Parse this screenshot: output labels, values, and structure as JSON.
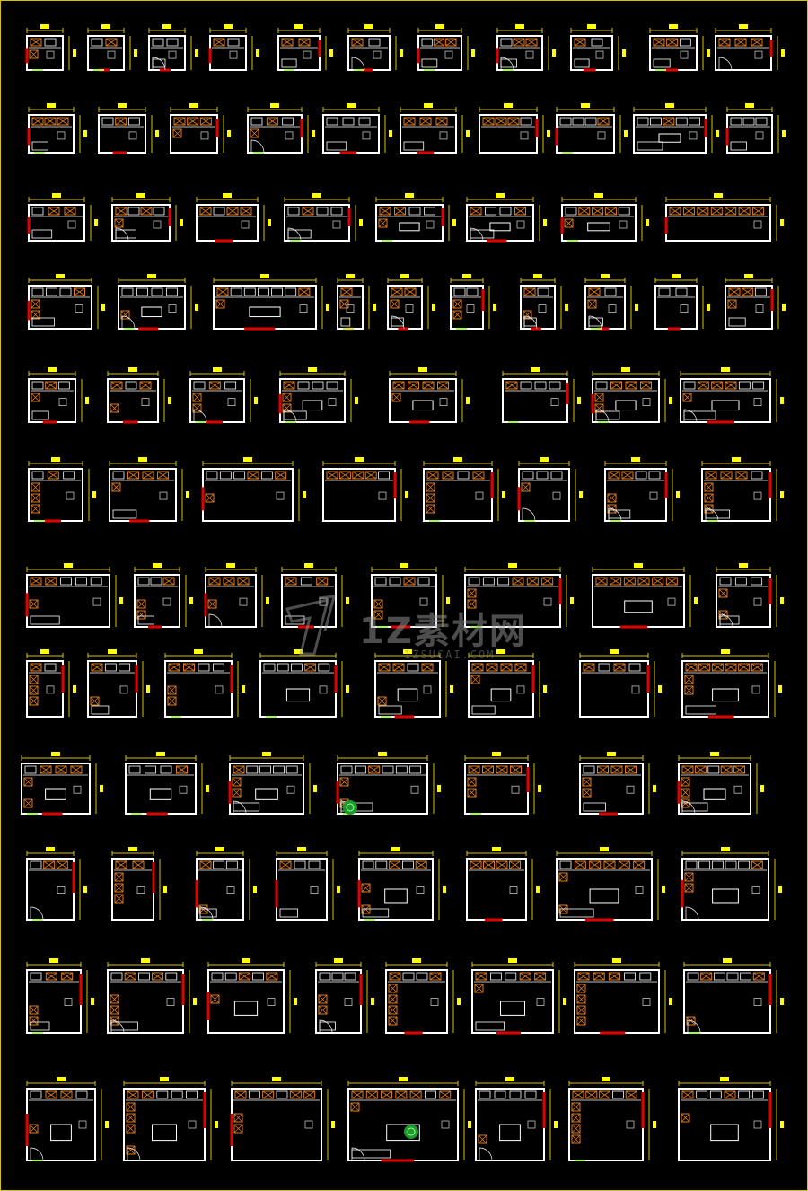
{
  "drawing": {
    "background": "#000000",
    "colors": {
      "wall": "#ffffff",
      "dimension": "#d8c200",
      "tag": "#ffff00",
      "door": "#e00000",
      "fixture": "#e07a1e",
      "window": "#a0ff40",
      "appliance": "#c0c0c0",
      "plant": "#1e9a2a"
    },
    "legend": "kitchen layout variations, 12 rows"
  },
  "watermark": {
    "brand": "1Z素材网",
    "domain": "1ZSUCAI.COM"
  }
}
